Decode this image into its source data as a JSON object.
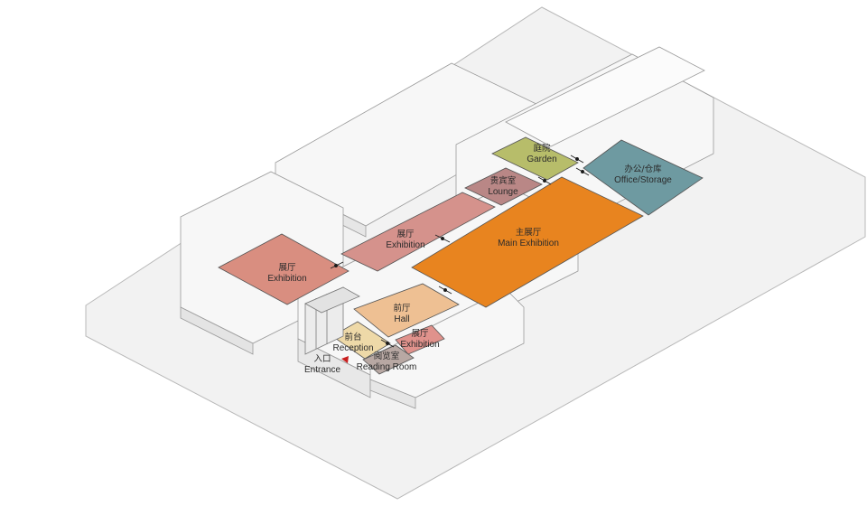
{
  "zones": [
    {
      "key": "garden",
      "name_cn": "庭院",
      "name_en": "Garden",
      "color": "#b7bd6a"
    },
    {
      "key": "office",
      "name_cn": "办公/仓库",
      "name_en": "Office/Storage",
      "color": "#6e9aa1"
    },
    {
      "key": "lounge",
      "name_cn": "贵宾室",
      "name_en": "Lounge",
      "color": "#b98786"
    },
    {
      "key": "exhibition_mid",
      "name_cn": "展厅",
      "name_en": "Exhibition",
      "color": "#d5928c"
    },
    {
      "key": "main_exhibition",
      "name_cn": "主展厅",
      "name_en": "Main Exhibition",
      "color": "#e8841f"
    },
    {
      "key": "exhibition_left",
      "name_cn": "展厅",
      "name_en": "Exhibition",
      "color": "#d98e80"
    },
    {
      "key": "hall",
      "name_cn": "前厅",
      "name_en": "Hall",
      "color": "#eec093"
    },
    {
      "key": "reception",
      "name_cn": "前台",
      "name_en": "Reception",
      "color": "#eed9a8"
    },
    {
      "key": "exhibition_small",
      "name_cn": "展厅",
      "name_en": "Exhibition",
      "color": "#e0928c"
    },
    {
      "key": "reading_room",
      "name_cn": "阅览室",
      "name_en": "Reading Room",
      "color": "#b8a8a3"
    }
  ],
  "entrance": {
    "name_cn": "入口",
    "name_en": "Entrance",
    "marker_color": "#c81e1e"
  },
  "colors": {
    "site": "#f1f1f1",
    "building": "#f6f6f6",
    "outline": "#8a8a8a",
    "arrow": "#1a1a1a"
  }
}
